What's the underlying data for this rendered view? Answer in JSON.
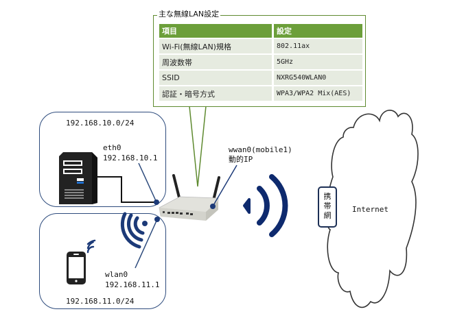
{
  "callout": {
    "title": "主な無線LAN設定",
    "headers": [
      "項目",
      "設定"
    ],
    "rows": [
      {
        "key": "Wi-Fi(無線LAN)規格",
        "value": "802.11ax"
      },
      {
        "key": "周波数帯",
        "value": "5GHz"
      },
      {
        "key": "SSID",
        "value": "NXRG540WLAN0"
      },
      {
        "key": "認証・暗号方式",
        "value": "WPA3/WPA2 Mix(AES)"
      }
    ]
  },
  "lan_wired": {
    "network": "192.168.10.0/24",
    "interface": "eth0",
    "address": "192.168.10.1",
    "device_icon": "server-icon"
  },
  "lan_wireless": {
    "network": "192.168.11.0/24",
    "interface": "wlan0",
    "address": "192.168.11.1",
    "device_icon": "smartphone-icon"
  },
  "wan": {
    "interface": "wwan0(mobile1)",
    "address": "動的IP"
  },
  "cloud": {
    "label": "Internet",
    "carrier_tag": [
      "携",
      "帯",
      "網"
    ]
  },
  "colors": {
    "accent_green": "#6c9f3a",
    "callout_border": "#5e8a2f",
    "row_bg": "#e6ebe0",
    "navy": "#1c3a78",
    "box_border": "#2c4a7c"
  }
}
